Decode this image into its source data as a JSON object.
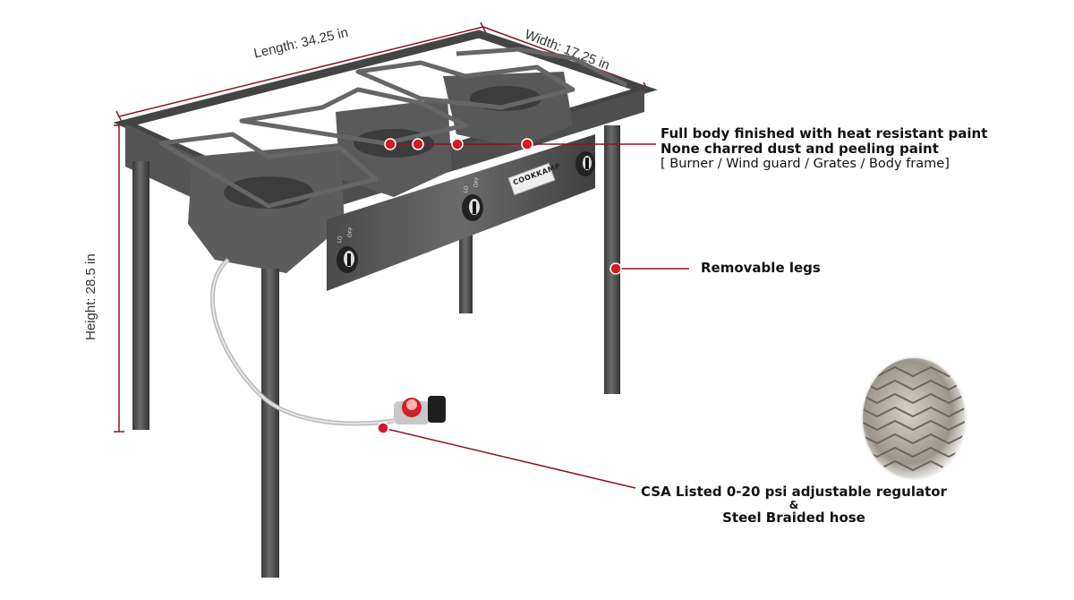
{
  "dimensions": {
    "length": "Length: 34.25 in",
    "width": "Width: 17.25 in",
    "height": "Height: 28.5 in"
  },
  "brand": "COOKKAMP",
  "knob_labels": {
    "off": "OFF",
    "lo": "LO"
  },
  "callouts": {
    "paint": {
      "line1": "Full body finished with heat resistant paint",
      "line2": "None charred dust and peeling paint",
      "line3": "[ Burner / Wind guard / Grates / Body frame]"
    },
    "legs": "Removable legs",
    "regulator": {
      "line1": "CSA Listed 0-20 psi adjustable regulator",
      "line2": "&",
      "line3": "Steel Braided hose"
    }
  },
  "colors": {
    "accent": "#8b1520",
    "dot": "#d31a25",
    "metal": "#5a5a5a",
    "metal_dark": "#3e3e3e"
  }
}
